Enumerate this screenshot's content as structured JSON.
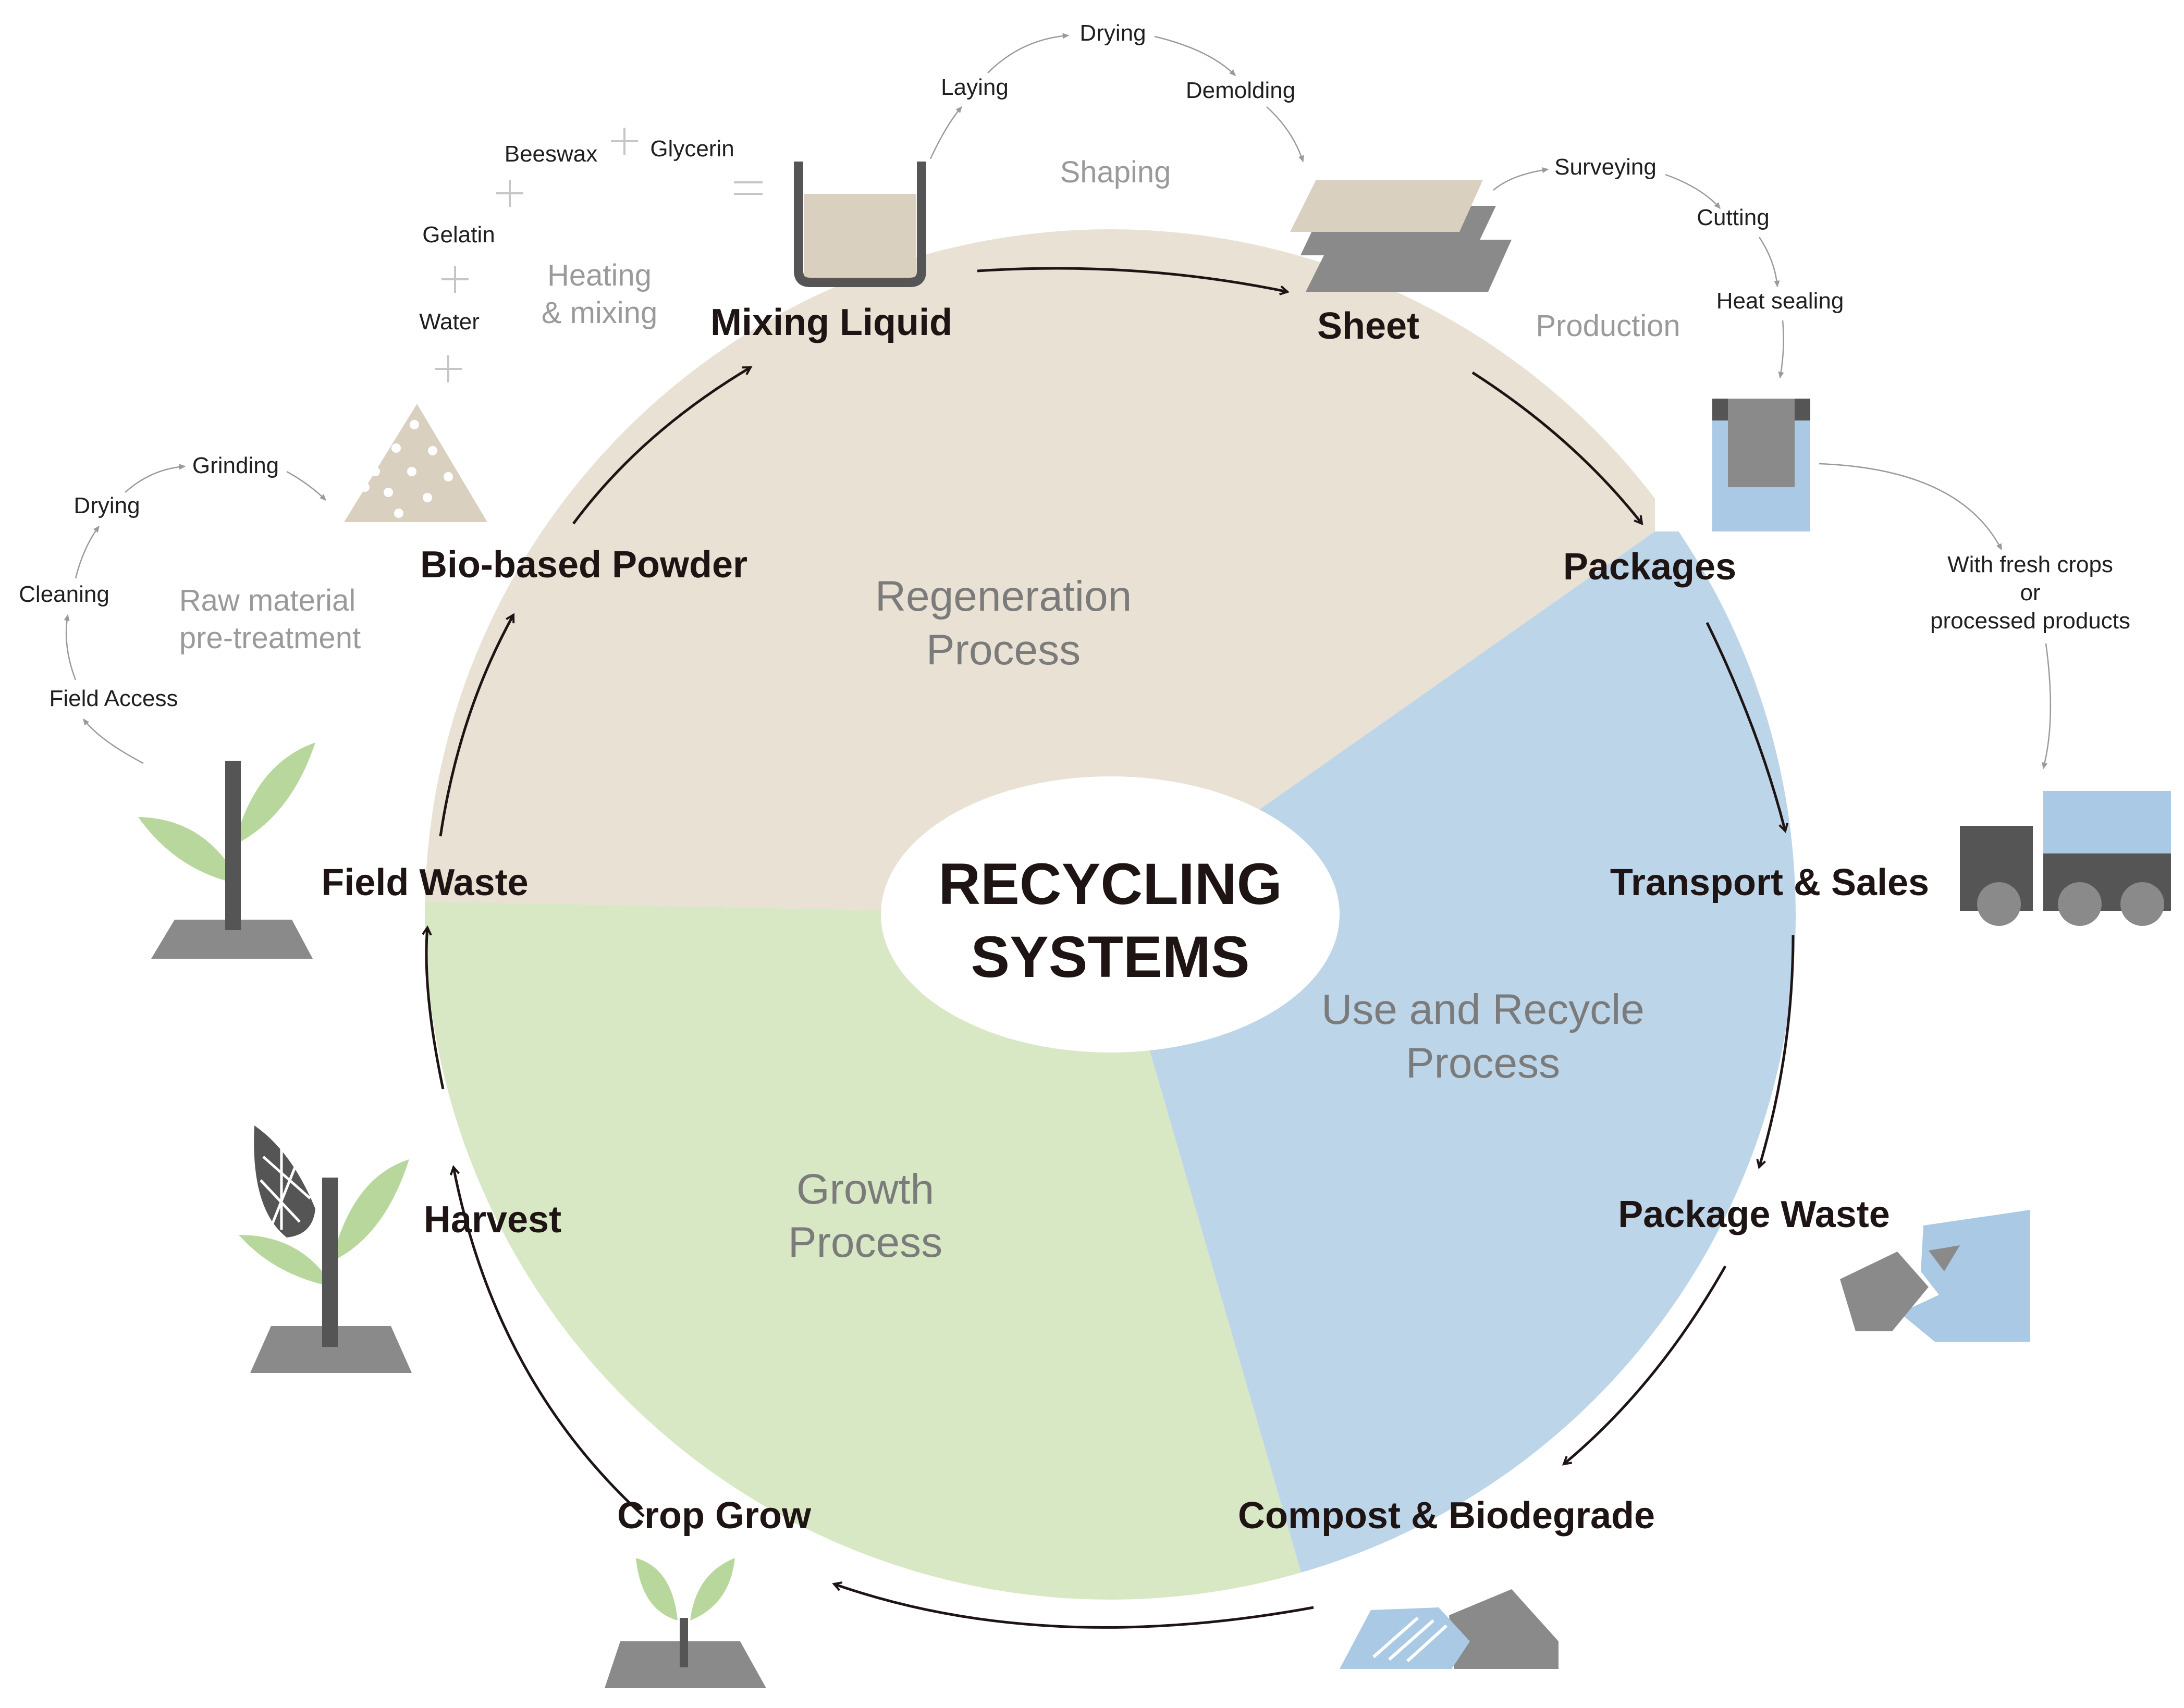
{
  "center": {
    "line1": "RECYCLING",
    "line2": "SYSTEMS"
  },
  "processes": {
    "regeneration": {
      "line1": "Regeneration",
      "line2": "Process"
    },
    "use_recycle": {
      "line1": "Use and Recycle",
      "line2": "Process"
    },
    "growth": {
      "line1": "Growth",
      "line2": "Process"
    }
  },
  "nodes": {
    "mixing_liquid": "Mixing Liquid",
    "sheet": "Sheet",
    "packages": "Packages",
    "transport_sales": "Transport & Sales",
    "package_waste": "Package Waste",
    "compost": "Compost & Biodegrade",
    "crop_grow": "Crop Grow",
    "harvest": "Harvest",
    "field_waste": "Field Waste",
    "bio_powder": "Bio-based Powder"
  },
  "stages": {
    "shaping": "Shaping",
    "production": "Production",
    "heating": {
      "line1": "Heating",
      "line2": "& mixing"
    },
    "raw_material": {
      "line1": "Raw material",
      "line2": "pre-treatment"
    }
  },
  "steps": {
    "laying": "Laying",
    "drying_top": "Drying",
    "demolding": "Demolding",
    "surveying": "Surveying",
    "cutting": "Cutting",
    "heat_sealing": "Heat sealing",
    "beeswax": "Beeswax",
    "glycerin": "Glycerin",
    "gelatin": "Gelatin",
    "water": "Water",
    "grinding": "Grinding",
    "drying_left": "Drying",
    "cleaning": "Cleaning",
    "field_access": "Field Access"
  },
  "notes": {
    "fresh_crops": {
      "line1": "With fresh crops",
      "line2": "or",
      "line3": "processed products"
    }
  },
  "colors": {
    "regeneration": "#e8e1d4",
    "use_recycle": "#bdd5e9",
    "growth": "#d8e7c4",
    "arrow": "#1e1414",
    "icon_gray": "#8a8a8a",
    "icon_dark": "#555555",
    "icon_blue": "#a9c9e4",
    "icon_green": "#b8d79c",
    "icon_beige": "#d9d0c0"
  },
  "icons": [
    "beaker-icon",
    "sheet-stack-icon",
    "package-icon",
    "truck-icon",
    "broken-package-icon",
    "compost-icon",
    "sprout-icon",
    "harvest-plant-icon",
    "field-plant-icon",
    "powder-pile-icon"
  ]
}
